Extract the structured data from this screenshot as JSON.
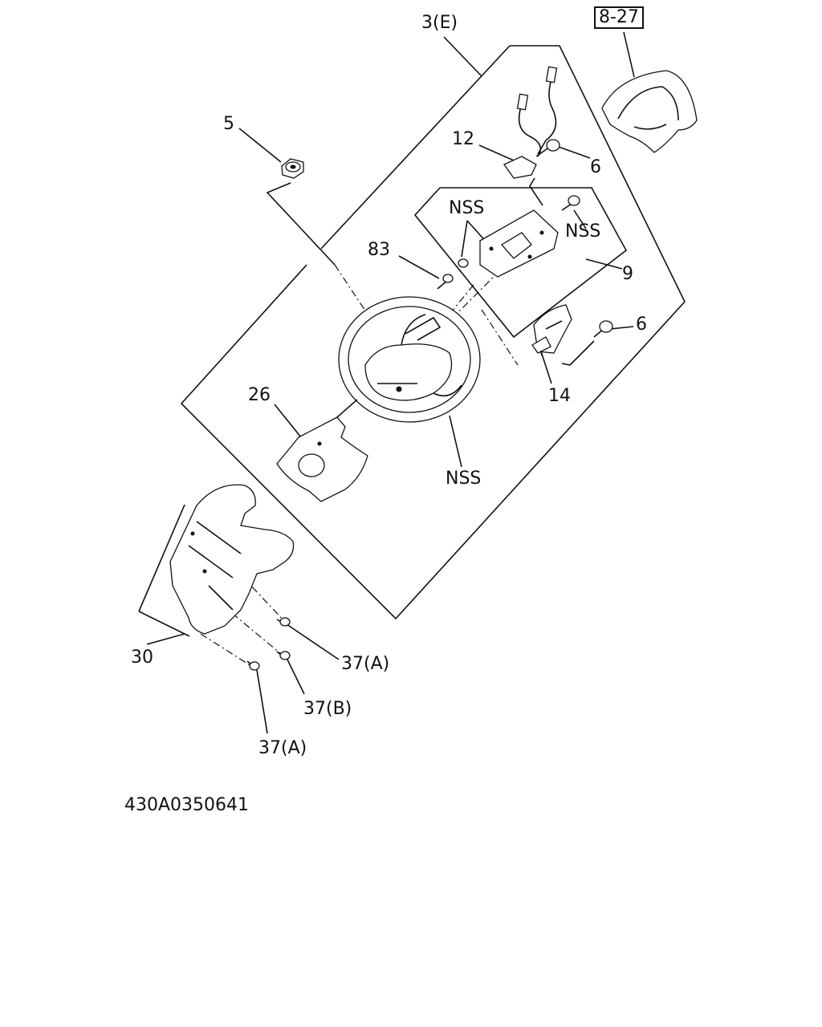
{
  "diagram_id": "430A0350641",
  "assembly_label": "3(E)",
  "reference_label": "8-27",
  "callouts": {
    "c5": "5",
    "c12": "12",
    "c6a": "6",
    "c6b": "6",
    "c83": "83",
    "nss_top": "NSS",
    "nss_right": "NSS",
    "c9": "9",
    "c14": "14",
    "c26": "26",
    "nss_wheel": "NSS",
    "c30": "30",
    "c37a1": "37(A)",
    "c37b": "37(B)",
    "c37a2": "37(A)"
  }
}
